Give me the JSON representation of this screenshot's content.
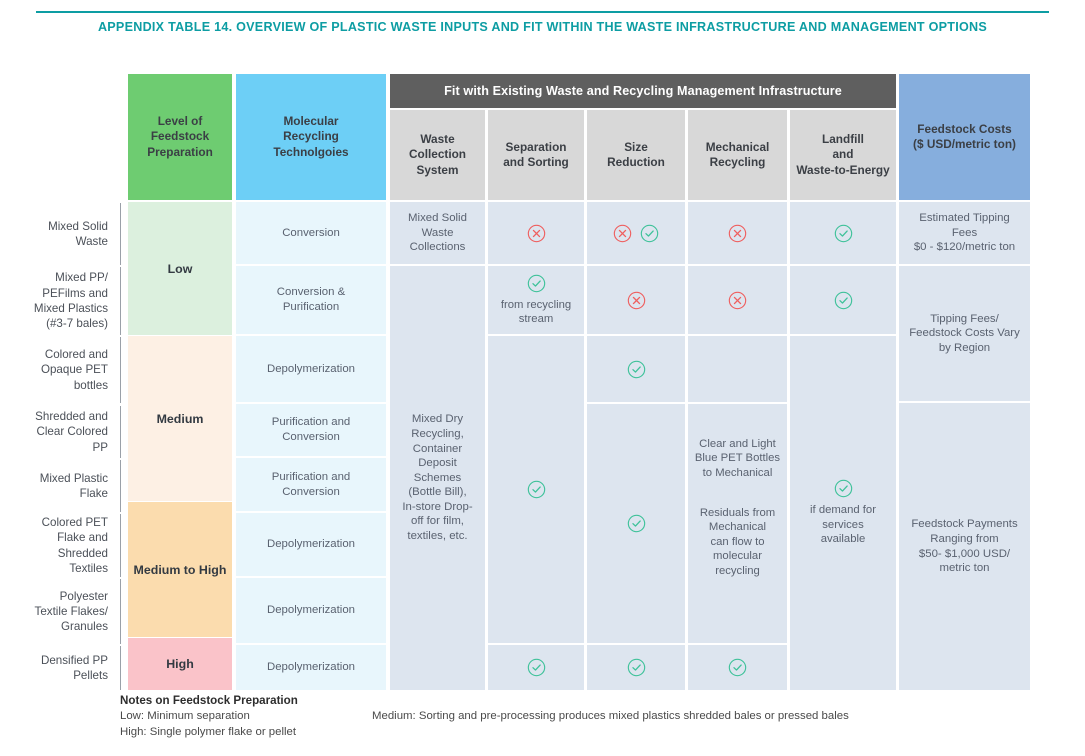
{
  "document": {
    "title": "APPENDIX TABLE 14. OVERVIEW OF PLASTIC WASTE INPUTS AND FIT WITHIN THE WASTE INFRASTRUCTURE AND MANAGEMENT OPTIONS",
    "accent_color": "#0d9da3"
  },
  "header": {
    "group_band": "Fit with Existing Waste and Recycling Management Infrastructure",
    "columns": {
      "level": "Level of\nFeedstock\nPreparation",
      "level_line1": "Level of",
      "level_line2": "Feedstock",
      "level_line3": "Preparation",
      "tech_line1": "Molecular",
      "tech_line2": "Recycling",
      "tech_line3": "Technolgoies",
      "collection_line1": "Waste",
      "collection_line2": "Collection",
      "collection_line3": "System",
      "separation_line1": "Separation",
      "separation_line2": "and Sorting",
      "size_line1": "Size",
      "size_line2": "Reduction",
      "mechanical_line1": "Mechanical",
      "mechanical_line2": "Recycling",
      "landfill_line1": "Landfill",
      "landfill_line2": "and",
      "landfill_line3": "Waste-to-Energy",
      "cost_line1": "Feedstock Costs",
      "cost_line2": "($ USD/metric ton)"
    },
    "colors": {
      "level": "#6ecc71",
      "tech": "#6dcff6",
      "sub": "#d8d8d8",
      "band": "#5f5f5f",
      "cost": "#86aedd"
    }
  },
  "row_labels": [
    "Mixed Solid\nWaste",
    "Mixed PP/\nPEFilms and\nMixed Plastics\n(#3-7 bales)",
    "Colored and\nOpaque PET\nbottles",
    "Shredded and\nClear Colored\nPP",
    "Mixed Plastic\nFlake",
    "Colored PET\nFlake and\nShredded\nTextiles",
    "Polyester\nTextile Flakes/\nGranules",
    "Densified PP\nPellets"
  ],
  "row_labels_lines": [
    [
      "Mixed Solid",
      "Waste"
    ],
    [
      "Mixed PP/",
      "PEFilms and",
      "Mixed Plastics",
      "(#3-7 bales)"
    ],
    [
      "Colored and",
      "Opaque PET",
      "bottles"
    ],
    [
      "Shredded and",
      "Clear Colored",
      "PP"
    ],
    [
      "Mixed Plastic",
      "Flake"
    ],
    [
      "Colored PET",
      "Flake and",
      "Shredded",
      "Textiles"
    ],
    [
      "Polyester",
      "Textile Flakes/",
      "Granules"
    ],
    [
      "Densified PP",
      "Pellets"
    ]
  ],
  "levels": [
    {
      "label": "Low",
      "color": "#dcf0de"
    },
    {
      "label": "Medium",
      "color": "#fdf0e4"
    },
    {
      "label": "Medium to High",
      "color": "#fbdcae"
    },
    {
      "label": "High",
      "color": "#fac3c9"
    }
  ],
  "technologies": [
    "Conversion",
    "Conversion &\nPurification",
    "Depolymerization",
    "Purification and\nConversion",
    "Purification and\nConversion",
    "Depolymerization",
    "Depolymerization",
    "Depolymerization"
  ],
  "technologies_lines": [
    [
      "Conversion"
    ],
    [
      "Conversion &",
      "Purification"
    ],
    [
      "Depolymerization"
    ],
    [
      "Purification and",
      "Conversion"
    ],
    [
      "Purification and",
      "Conversion"
    ],
    [
      "Depolymerization"
    ],
    [
      "Depolymerization"
    ],
    [
      "Depolymerization"
    ]
  ],
  "waste_collection": {
    "cell_1_lines": [
      "Mixed Solid",
      "Waste",
      "Collections"
    ],
    "cell_2_lines": [
      "Mixed Dry",
      "Recycling,",
      "Container",
      "Deposit",
      "Schemes",
      "(Bottle Bill),",
      "In-store Drop-",
      "off for film,",
      "textiles, etc."
    ]
  },
  "separation_sorting": {
    "row1_icons": [
      "cross"
    ],
    "row2_icons": [
      "check"
    ],
    "row2_note": "from recycling\nstream",
    "row2_note_lines": [
      "from recycling",
      "stream"
    ],
    "rows3to7_icons": [
      "check"
    ],
    "row8_icons": [
      "check"
    ]
  },
  "size_reduction": {
    "row1_icons": [
      "cross",
      "check"
    ],
    "row2_icons": [
      "cross"
    ],
    "row3_icons": [
      "check"
    ],
    "rows4to7_icons": [
      "check"
    ],
    "row8_icons": [
      "check"
    ]
  },
  "mechanical_recycling": {
    "row1_icons": [
      "cross"
    ],
    "row2_icons": [
      "cross"
    ],
    "block_note_top_lines": [
      "Clear and Light",
      "Blue PET Bottles",
      "to Mechanical"
    ],
    "block_note_bottom_lines": [
      "Residuals from",
      "Mechanical",
      "can flow to",
      "molecular",
      "recycling"
    ],
    "row8_icons": [
      "check"
    ]
  },
  "landfill_wte": {
    "row1_icons": [
      "check"
    ],
    "row2_icons": [
      "check"
    ],
    "block_icons": [
      "check"
    ],
    "block_note_lines": [
      "if demand for",
      "services",
      "available"
    ]
  },
  "feedstock_costs": [
    {
      "lines": [
        "Estimated Tipping",
        "Fees",
        "$0 - $120/metric ton"
      ]
    },
    {
      "lines": [
        "Tipping Fees/",
        "Feedstock Costs Vary",
        "by Region"
      ]
    },
    {
      "lines": [
        "Feedstock Payments",
        "Ranging from",
        "$50- $1,000 USD/",
        "metric ton"
      ]
    }
  ],
  "icons": {
    "check": {
      "name": "check-circle-icon",
      "color": "#3fc29a",
      "border": "#3fc29a"
    },
    "cross": {
      "name": "cross-circle-icon",
      "color": "#ef5f5f",
      "border": "#ef5f5f"
    }
  },
  "notes": {
    "title": "Notes on Feedstock Preparation",
    "low": "Low: Minimum separation",
    "high": "High: Single polymer flake or pellet",
    "medium": "Medium: Sorting and pre-processing produces mixed plastics shredded bales or pressed bales"
  }
}
